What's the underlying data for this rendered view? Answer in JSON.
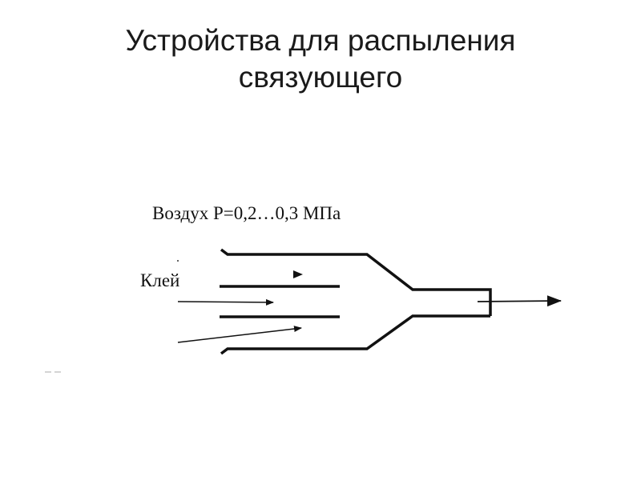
{
  "slide": {
    "title_line1": "Устройства для распыления",
    "title_line2": "связующего"
  },
  "diagram": {
    "label_air": "Воздух Р=0,2…0,3 МПа",
    "label_glue": "Клей"
  },
  "colors": {
    "ink": "#111111",
    "background": "#ffffff"
  }
}
